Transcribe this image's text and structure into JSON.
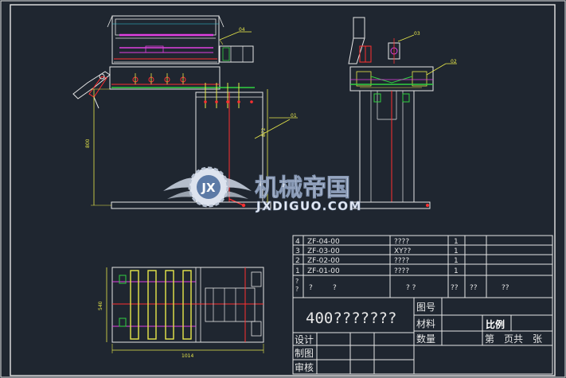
{
  "watermark": {
    "logo_letters": "JX",
    "title_cn": "机械帝国",
    "domain": "JXDIGUO.COM"
  },
  "dims": {
    "height_left": "800",
    "height_mid": "872",
    "plan_width": "1014",
    "plan_depth": "540"
  },
  "balloons": {
    "b04": "04",
    "b03": "03",
    "b02": "02",
    "b01": "01"
  },
  "bom": [
    {
      "seq": "4",
      "code": "ZF-04-00",
      "name": "????",
      "qty": "1"
    },
    {
      "seq": "3",
      "code": "ZF-03-00",
      "name": "XY??",
      "qty": "1"
    },
    {
      "seq": "2",
      "code": "ZF-02-00",
      "name": "????",
      "qty": "1"
    },
    {
      "seq": "1",
      "code": "ZF-01-00",
      "name": "????",
      "qty": "1"
    }
  ],
  "bom_header": {
    "c1": "?",
    "c1b": "?",
    "c2": "?",
    "c2b": "?",
    "c3": "? ?",
    "c4": "??",
    "c5": "??",
    "c6": "??"
  },
  "title_block": {
    "drawing_name": "400???????",
    "drawing_no_label": "图号",
    "material_label": "材料",
    "scale_label": "比例",
    "quantity_label": "数量",
    "sheet_text": "第　页共　张",
    "design_label": "设计",
    "draw_label": "制图",
    "review_label": "审核"
  },
  "colors": {
    "background": "#1f2630",
    "line_white": "#e6e6e6",
    "line_yellow": "#e8e84a",
    "line_magenta": "#e040e0",
    "line_red": "#ff3030",
    "line_green": "#30d040",
    "line_cyan": "#30d0e0"
  }
}
